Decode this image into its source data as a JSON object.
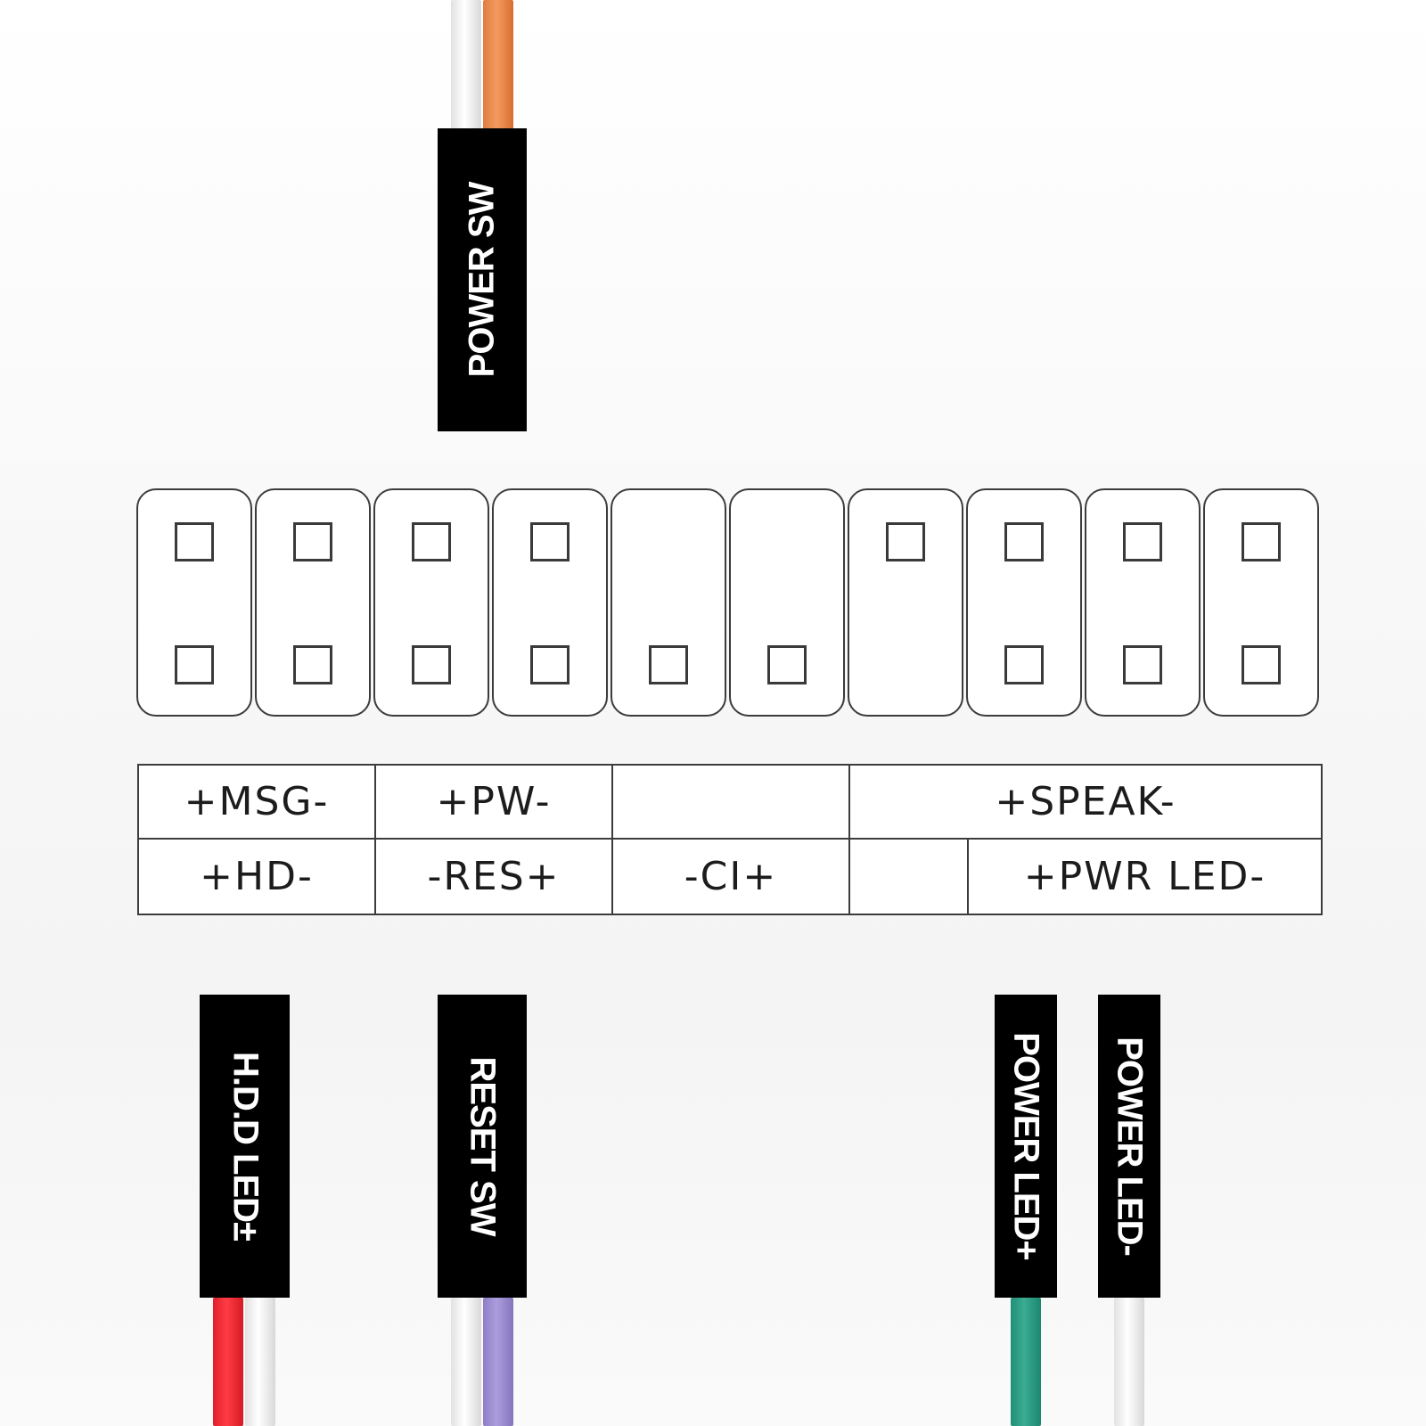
{
  "connectors": {
    "power_sw": "POWER SW",
    "hdd_led": "H.D.D LED±",
    "reset_sw": "RESET SW",
    "power_led_plus": "POWER LED+",
    "power_led_minus": "POWER LED-"
  },
  "header": {
    "top_row_pins": [
      true,
      true,
      true,
      true,
      false,
      false,
      true,
      true,
      true,
      true
    ],
    "bottom_row_pins": [
      true,
      true,
      true,
      true,
      true,
      true,
      false,
      true,
      true,
      true
    ]
  },
  "table": {
    "row1": {
      "msg": "+MSG-",
      "pw": "+PW-",
      "empty": "",
      "speak": "+SPEAK-"
    },
    "row2": {
      "hd": "+HD-",
      "res": "-RES+",
      "ci": "-CI+",
      "empty": "",
      "pwr_led": "+PWR LED-"
    }
  },
  "colors": {
    "orange_wire": "#f39a60",
    "red_wire": "#ff3c45",
    "purple_wire": "#ab9ddc",
    "teal_wire": "#3bab92",
    "white_wire": "#ffffff",
    "connector": "#000000"
  }
}
